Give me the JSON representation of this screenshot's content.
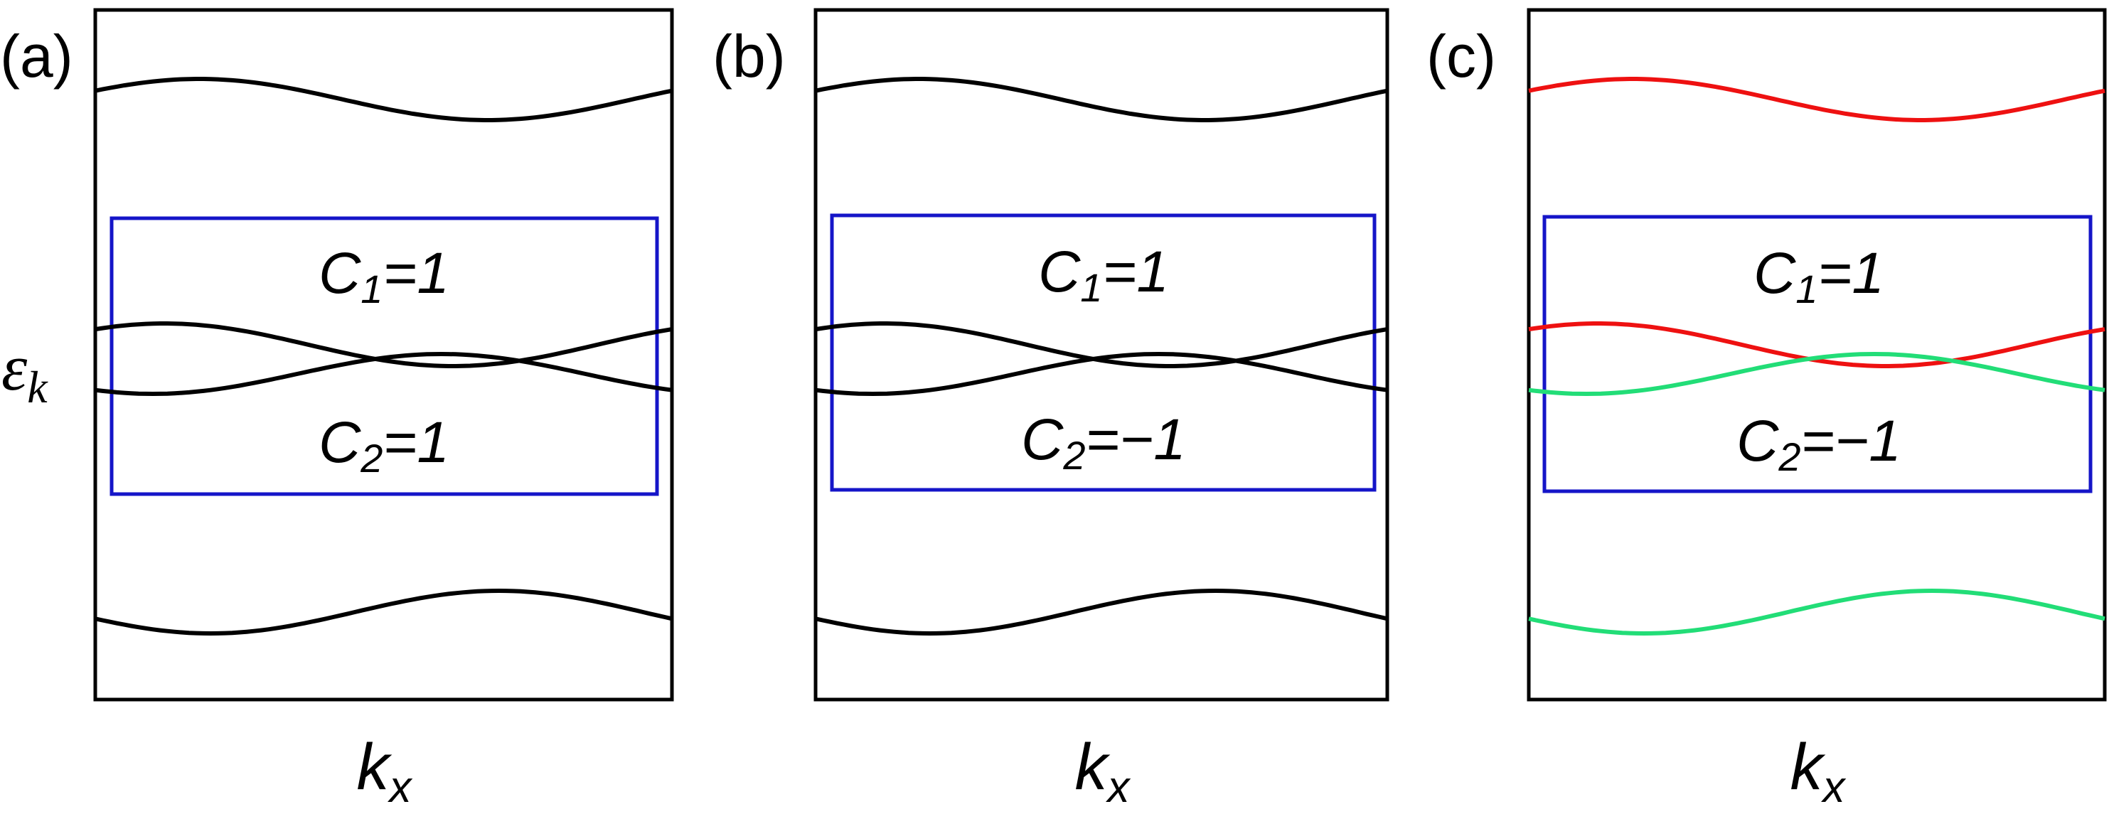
{
  "colors": {
    "frame": "#000000",
    "box": "#1515c8",
    "black": "#000000",
    "red": "#ee1111",
    "green": "#22dd77"
  },
  "y_axis_label": {
    "main": "ε",
    "sub": "k"
  },
  "panels": [
    {
      "label": "(a)",
      "x_label": {
        "main": "k",
        "sub": "x"
      },
      "c1": {
        "main": "C",
        "sub": "1",
        "value": "=1"
      },
      "c2": {
        "main": "C",
        "sub": "2",
        "value": "=1"
      },
      "band_colors": {
        "upper": "black",
        "lower": "black"
      }
    },
    {
      "label": "(b)",
      "x_label": {
        "main": "k",
        "sub": "x"
      },
      "c1": {
        "main": "C",
        "sub": "1",
        "value": "=1"
      },
      "c2": {
        "main": "C",
        "sub": "2",
        "value": "=−1"
      },
      "band_colors": {
        "upper": "black",
        "lower": "black"
      }
    },
    {
      "label": "(c)",
      "x_label": {
        "main": "k",
        "sub": "x"
      },
      "c1": {
        "main": "C",
        "sub": "1",
        "value": "=1"
      },
      "c2": {
        "main": "C",
        "sub": "2",
        "value": "=−1"
      },
      "band_colors": {
        "upper": "red",
        "lower": "green"
      }
    }
  ]
}
